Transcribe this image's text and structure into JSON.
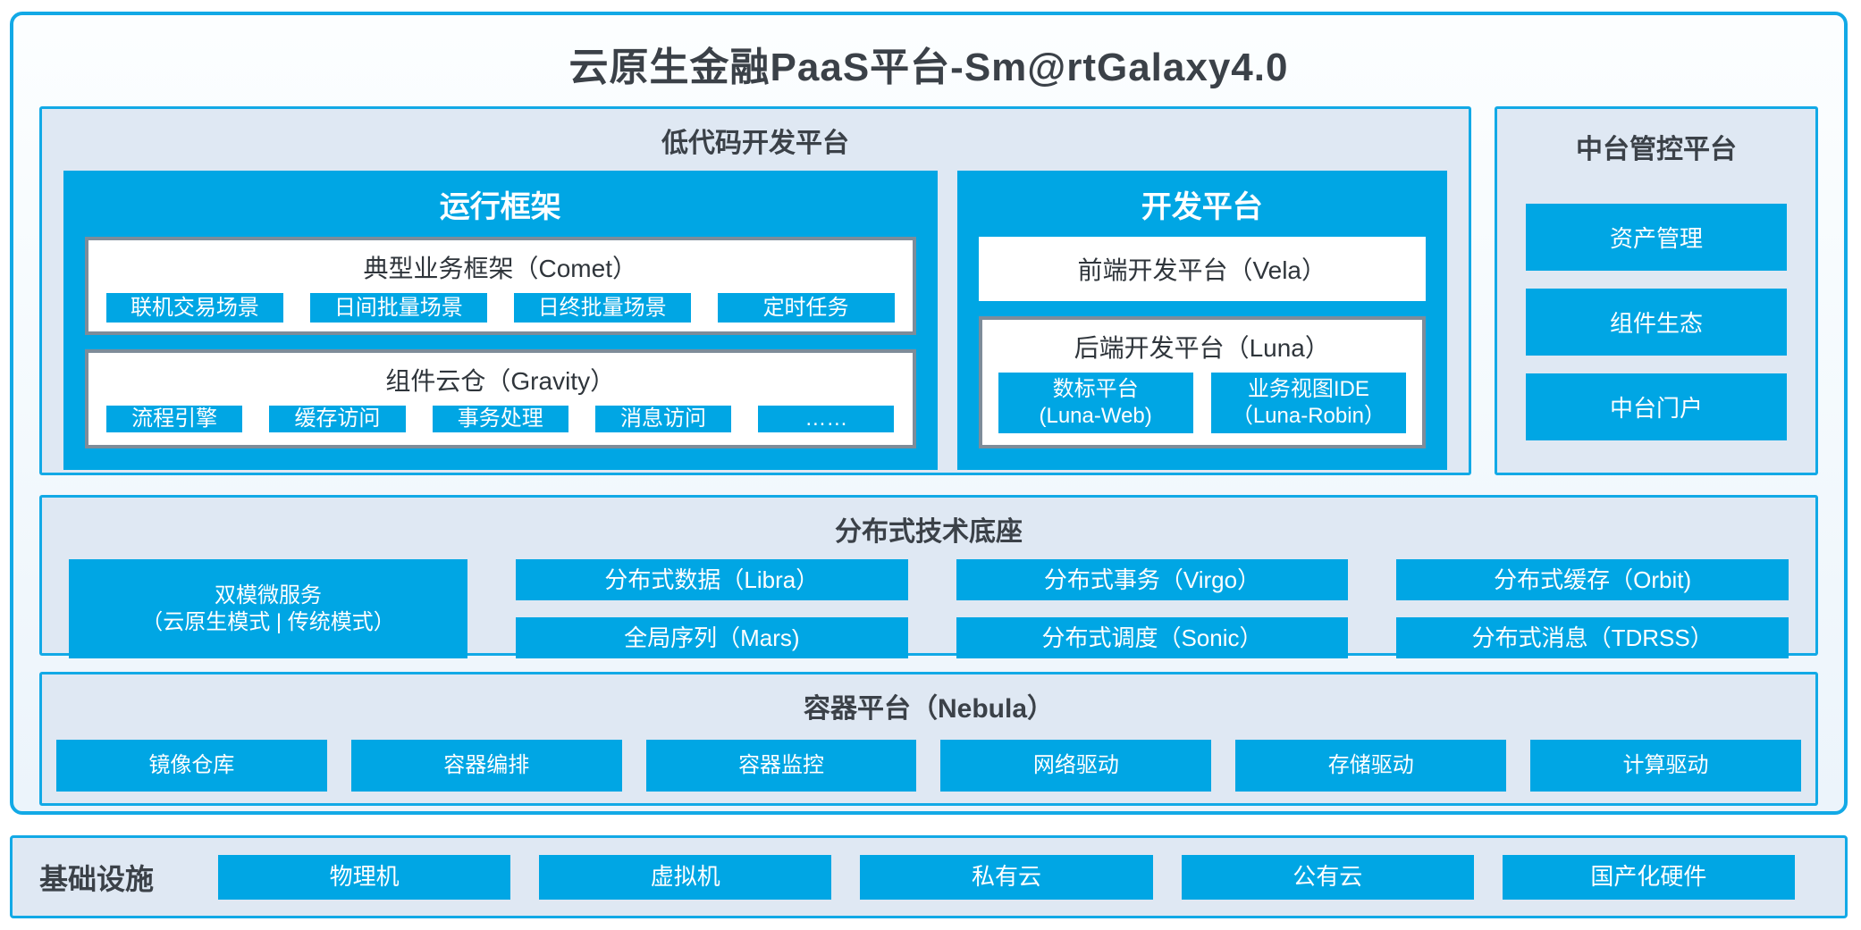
{
  "title": "云原生金融PaaS平台-Sm@rtGalaxy4.0",
  "colors": {
    "primary_blue": "#00a6e4",
    "border_cyan": "#12a9e6",
    "panel_background": "#dfe8f3",
    "framed_box_border": "#7e8c99",
    "dark_text": "#3b4148"
  },
  "lowcode": {
    "header": "低代码开发平台",
    "runtime": {
      "header": "运行框架",
      "comet": {
        "title": "典型业务框架（Comet）",
        "items": [
          "联机交易场景",
          "日间批量场景",
          "日终批量场景",
          "定时任务"
        ]
      },
      "gravity": {
        "title": "组件云仓（Gravity）",
        "items": [
          "流程引擎",
          "缓存访问",
          "事务处理",
          "消息访问",
          "……"
        ]
      }
    },
    "dev": {
      "header": "开发平台",
      "vela": "前端开发平台（Vela）",
      "luna": {
        "title": "后端开发平台（Luna）",
        "items": [
          {
            "line1": "数标平台",
            "line2": "(Luna-Web)"
          },
          {
            "line1": "业务视图IDE",
            "line2": "（Luna-Robin）"
          }
        ]
      }
    }
  },
  "midplatform": {
    "header": "中台管控平台",
    "items": [
      "资产管理",
      "组件生态",
      "中台门户"
    ]
  },
  "distributed": {
    "header": "分布式技术底座",
    "dual_mode": {
      "line1": "双模微服务",
      "line2": "（云原生模式 | 传统模式）"
    },
    "grid": [
      [
        "分布式数据（Libra）",
        "分布式事务（Virgo）",
        "分布式缓存（Orbit)"
      ],
      [
        "全局序列（Mars)",
        "分布式调度（Sonic）",
        "分布式消息（TDRSS）"
      ]
    ]
  },
  "container": {
    "header": "容器平台（Nebula）",
    "items": [
      "镜像仓库",
      "容器编排",
      "容器监控",
      "网络驱动",
      "存储驱动",
      "计算驱动"
    ]
  },
  "infrastructure": {
    "label": "基础设施",
    "items": [
      "物理机",
      "虚拟机",
      "私有云",
      "公有云",
      "国产化硬件"
    ]
  }
}
